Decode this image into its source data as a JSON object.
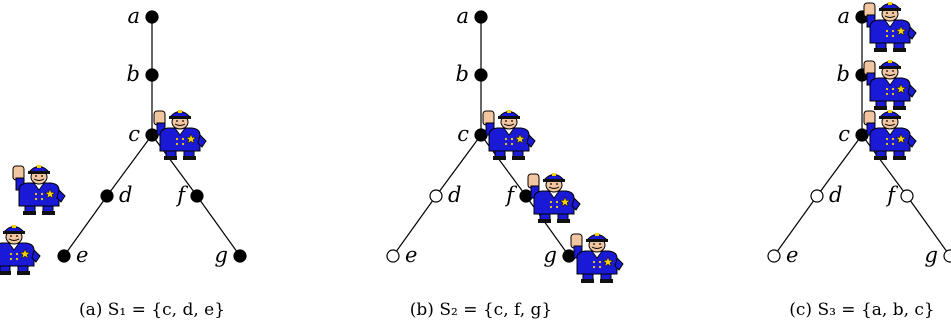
{
  "panels": [
    {
      "id": "a",
      "caption": "(a) S₁ = {c, d, e}",
      "vertices": [
        {
          "name": "a",
          "filled": true,
          "guard": false
        },
        {
          "name": "b",
          "filled": true,
          "guard": false
        },
        {
          "name": "c",
          "filled": true,
          "guard": true
        },
        {
          "name": "d",
          "filled": true,
          "guard": true
        },
        {
          "name": "e",
          "filled": true,
          "guard": true
        },
        {
          "name": "f",
          "filled": true,
          "guard": false
        },
        {
          "name": "g",
          "filled": true,
          "guard": false
        }
      ]
    },
    {
      "id": "b",
      "caption": "(b) S₂ = {c, f, g}",
      "vertices": [
        {
          "name": "a",
          "filled": true,
          "guard": false
        },
        {
          "name": "b",
          "filled": true,
          "guard": false
        },
        {
          "name": "c",
          "filled": true,
          "guard": true
        },
        {
          "name": "d",
          "filled": false,
          "guard": false
        },
        {
          "name": "e",
          "filled": false,
          "guard": false
        },
        {
          "name": "f",
          "filled": true,
          "guard": true
        },
        {
          "name": "g",
          "filled": true,
          "guard": true
        }
      ]
    },
    {
      "id": "c",
      "caption": "(c) S₃ = {a, b, c}",
      "vertices": [
        {
          "name": "a",
          "filled": true,
          "guard": true
        },
        {
          "name": "b",
          "filled": true,
          "guard": true
        },
        {
          "name": "c",
          "filled": true,
          "guard": true
        },
        {
          "name": "d",
          "filled": false,
          "guard": false
        },
        {
          "name": "e",
          "filled": false,
          "guard": false
        },
        {
          "name": "f",
          "filled": false,
          "guard": false
        },
        {
          "name": "g",
          "filled": false,
          "guard": false
        }
      ]
    }
  ],
  "edges": [
    [
      "a",
      "b"
    ],
    [
      "b",
      "c"
    ],
    [
      "c",
      "d"
    ],
    [
      "d",
      "e"
    ],
    [
      "c",
      "f"
    ],
    [
      "f",
      "g"
    ]
  ],
  "icon": "police-officer-icon",
  "colors": {
    "uniform": "#1a1ad6",
    "skin": "#f2c6a0",
    "badge": "#f5d000",
    "line": "#000000"
  }
}
